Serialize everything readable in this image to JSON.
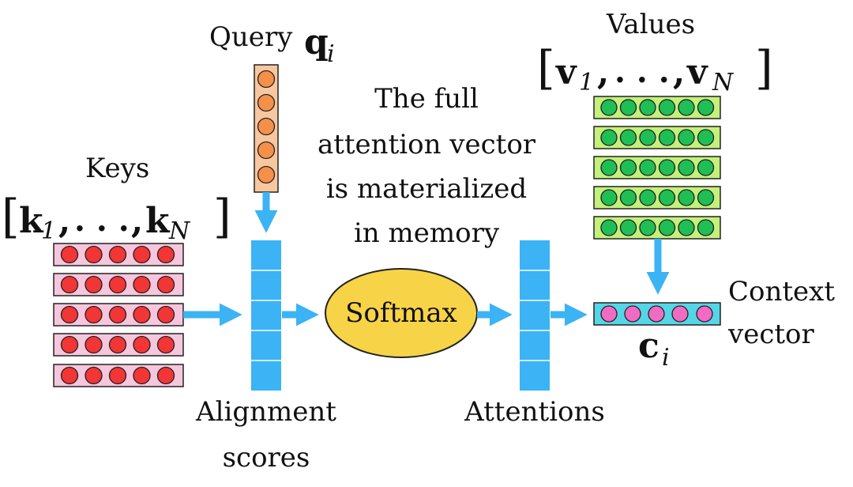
{
  "labels": {
    "query_word": "Query",
    "query_symbol": "q",
    "query_sub": "i",
    "keys_word": "Keys",
    "keys_symbol": "k",
    "keys_first_sub": "1",
    "keys_last_sub": "N",
    "values_word": "Values",
    "values_symbol": "v",
    "values_first_sub": "1",
    "values_last_sub": "N",
    "note_line1": "The full",
    "note_line2": "attention vector",
    "note_line3": "is materialized",
    "note_line4": "in memory",
    "softmax": "Softmax",
    "alignment_line1": "Alignment",
    "alignment_line2": "scores",
    "attentions": "Attentions",
    "context_line1": "Context",
    "context_line2": "vector",
    "context_symbol": "c",
    "context_sub": "i",
    "comma": ",",
    "ellipsis": ". . .",
    "open_bracket": "[",
    "close_bracket": "]"
  },
  "colors": {
    "arrow": "#3bb3f5",
    "column": "#3bb3f5",
    "key_row_fill": "#f6c6dc",
    "key_dot": "#f23535",
    "query_fill": "#f7c7a0",
    "query_dot": "#f5904a",
    "value_row_fill": "#c4f07c",
    "value_dot": "#1fbf55",
    "context_fill": "#55d6e6",
    "context_dot": "#f26bc3",
    "softmax_fill": "#f7d347"
  },
  "icons": {
    "arrow": "arrow-right-icon"
  }
}
